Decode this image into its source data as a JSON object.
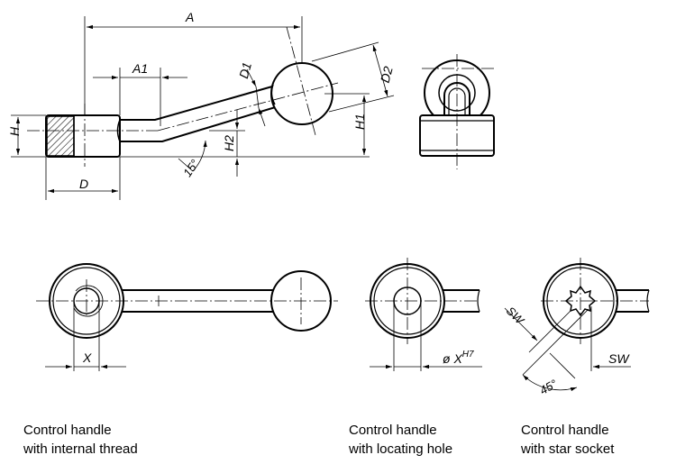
{
  "dimensions": {
    "a": "A",
    "a1": "A1",
    "d": "D",
    "d1": "D1",
    "d2": "D2",
    "h": "H",
    "h1": "H1",
    "h2": "H2",
    "x": "X",
    "ox_prefix": "ø X",
    "ox_sup": "H7",
    "sw": "SW",
    "angle15": "15°",
    "angle45": "45°"
  },
  "captions": [
    {
      "line1": "Control handle",
      "line2": "with internal thread"
    },
    {
      "line1": "Control handle",
      "line2": "with locating hole"
    },
    {
      "line1": "Control handle",
      "line2": "with star socket"
    }
  ]
}
